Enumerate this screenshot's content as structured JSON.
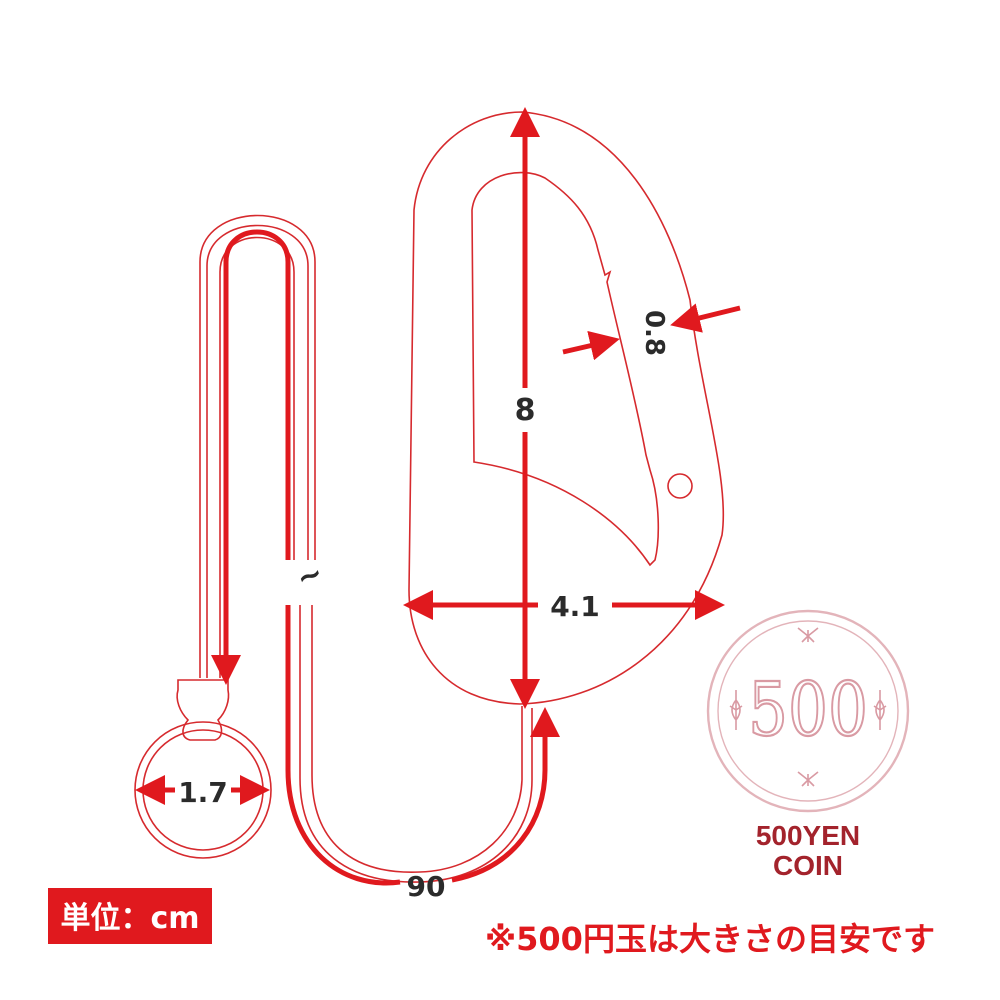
{
  "diagram": {
    "dimensions": {
      "length": "8",
      "width": "4.1",
      "gate_thickness": "0.8",
      "ring_diameter": "1.7",
      "cord_length": "90",
      "break_mark": "~"
    },
    "coin": {
      "value": "500",
      "label_line1": "500YEN",
      "label_line2": "COIN"
    },
    "unit_label": "単位：cm",
    "note": "※500円玉は大きさの目安です",
    "colors": {
      "outline": "#d62a2e",
      "dimension": "#e0191e",
      "coin": "#e3b4ba",
      "coin_label": "#a3232c",
      "text": "#2b2b2b"
    }
  }
}
